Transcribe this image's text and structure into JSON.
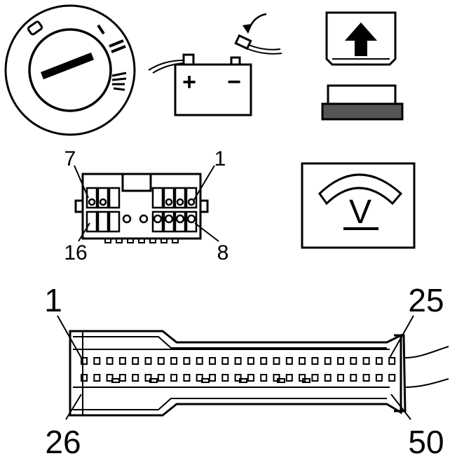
{
  "ignition": {
    "positions": [
      "0",
      "I",
      "II",
      "III"
    ]
  },
  "battery": {
    "plus": "+",
    "minus": "−"
  },
  "voltmeter": {
    "symbol": "V"
  },
  "connector16": {
    "pin_top_left": "7",
    "pin_top_right": "1",
    "pin_bottom_left": "16",
    "pin_bottom_right": "8"
  },
  "connector50": {
    "pin_top_left": "1",
    "pin_top_right": "25",
    "pin_bottom_left": "26",
    "pin_bottom_right": "50"
  },
  "icons": [
    "ignition-switch-icon",
    "battery-disconnect-icon",
    "lift-arrow-icon",
    "connector-16-pin-icon",
    "voltmeter-icon",
    "connector-50-pin-icon"
  ]
}
